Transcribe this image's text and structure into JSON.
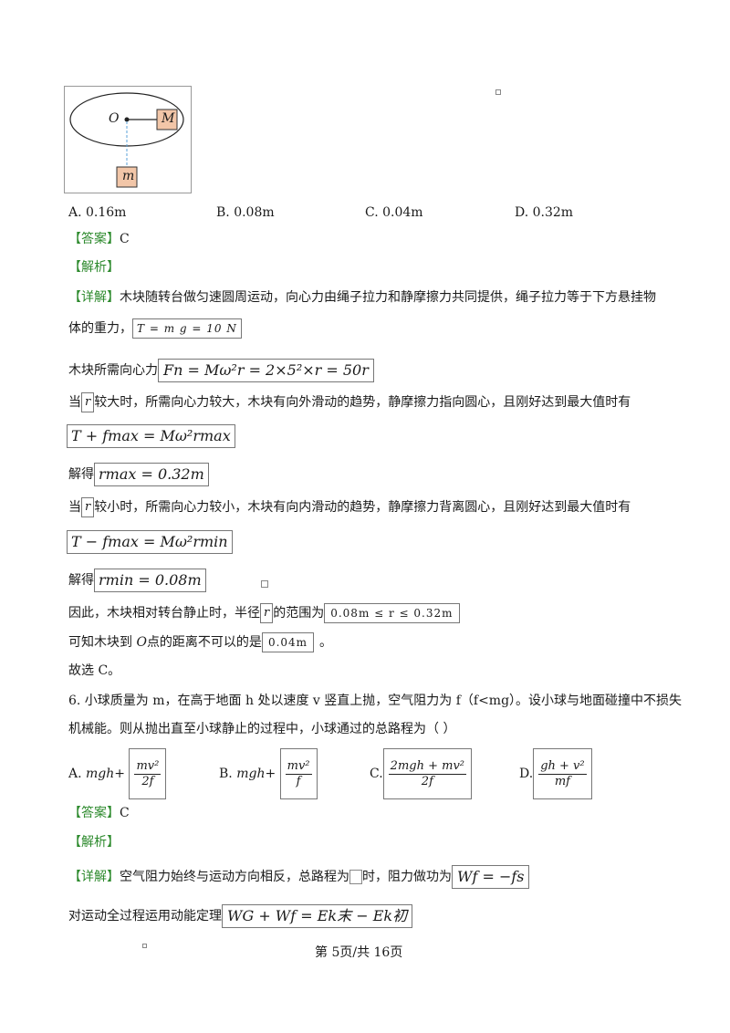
{
  "figure": {
    "label_O": "O",
    "label_M": "M",
    "label_m": "m"
  },
  "q5_options": {
    "A": "A. 0.16m",
    "B": "B. 0.08m",
    "C": "C. 0.04m",
    "D": "D. 0.32m"
  },
  "q5_answer": {
    "tag": "【答案】",
    "value": "C"
  },
  "q5_analysis": {
    "tag": "【解析】"
  },
  "q5_detail": {
    "tag": "【详解】",
    "line1": "木块随转台做匀速圆周运动，向心力由绳子拉力和静摩擦力共同提供，绳子拉力等于下方悬挂物",
    "line2_text": "体的重力，",
    "eq_T": "T = m g = 10 N",
    "line3_text": "木块所需向心力",
    "eq_Fn": "Fn = Mω²r = 2×5²×r = 50r",
    "line4_a": "当",
    "line4_r": "r",
    "line4_b": "较大时，所需向心力较大，木块有向外滑动的趋势，静摩擦力指向圆心，且刚好达到最大值时有",
    "eq_max": "T + fmax = Mω²rmax",
    "line5_text": "解得",
    "eq_rmax": "rmax = 0.32m",
    "line6_a": "当",
    "line6_r": "r",
    "line6_b": "较小时，所需向心力较小，木块有向内滑动的趋势，静摩擦力背离圆心，且刚好达到最大值时有",
    "eq_min": "T − fmax = Mω²rmin",
    "line7_text": "解得",
    "eq_rmin": "rmin = 0.08m",
    "line8_a": "因此，木块相对转台静止时，半径",
    "line8_r": "r",
    "line8_b": "的范围为",
    "eq_range": "0.08m ≤ r ≤ 0.32m",
    "line9_a": "可知木块到",
    "line9_O": "O",
    "line9_b": "点的距离不可以的是",
    "eq_004": "0.04m",
    "line9_end": "。",
    "line10": "故选 C。"
  },
  "q6": {
    "line1": "6. 小球质量为 m，在高于地面 h 处以速度 v 竖直上抛，空气阻力为 f（f<mg）。设小球与地面碰撞中不损失",
    "line2": "机械能。则从抛出直至小球静止的过程中，小球通过的总路程为（        ）",
    "optA_label": "A.",
    "optA_pre": "mgh+",
    "optA_num": "mv²",
    "optA_den": "2f",
    "optB_label": "B.",
    "optB_pre": "mgh+",
    "optB_num": "mv²",
    "optB_den": "f",
    "optC_label": "C.",
    "optC_num": "2mgh + mv²",
    "optC_den": "2f",
    "optD_label": "D.",
    "optD_num": "gh + v²",
    "optD_den": "mf"
  },
  "q6_answer": {
    "tag": "【答案】",
    "value": "C"
  },
  "q6_analysis": {
    "tag": "【解析】"
  },
  "q6_detail": {
    "tag": "【详解】",
    "line1_a": "空气阻力始终与运动方向相反，总路程为",
    "line1_b": "时，阻力做功为",
    "eq_Wf": "Wf = −fs",
    "line2_text": "对运动全过程运用动能定理",
    "eq_energy": "WG + Wf = Ek末 − Ek初"
  },
  "footer": {
    "page": "第 5页/共 16页"
  }
}
